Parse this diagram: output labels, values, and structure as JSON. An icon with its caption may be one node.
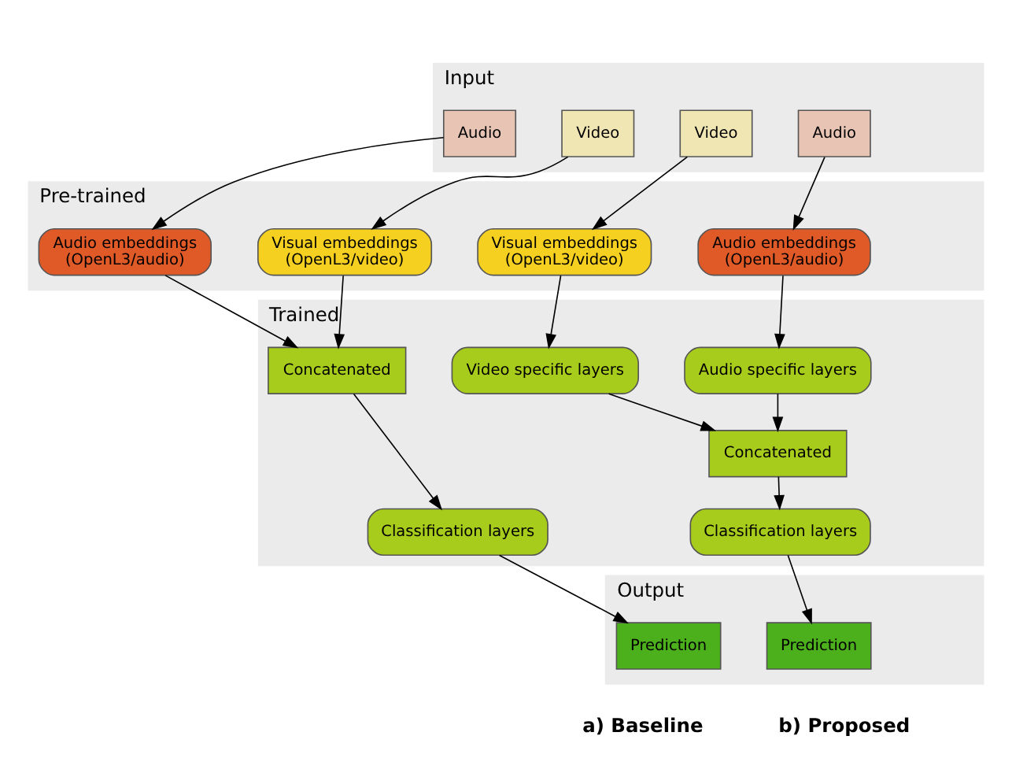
{
  "diagram": {
    "nodes": [
      {
        "text": [
          "Input"
        ]
      },
      {
        "text": [
          "Pre-trained"
        ]
      },
      {
        "text": [
          "Trained"
        ]
      },
      {
        "text": [
          "Output"
        ]
      },
      {
        "text": [
          "Audio"
        ],
        "in": 0
      },
      {
        "text": [
          "Video"
        ],
        "in": 0
      },
      {
        "text": [
          "Audio"
        ],
        "in": 0
      },
      {
        "text": [
          "Video"
        ],
        "in": 0
      },
      {
        "text": [
          "Audio embeddings",
          "(OpenL3/audio)"
        ],
        "in": 1
      },
      {
        "text": [
          "Visual embeddings",
          "(OpenL3/video)"
        ],
        "in": 1
      },
      {
        "text": [
          "Audio embeddings",
          "(OpenL3/audio)"
        ],
        "in": 1
      },
      {
        "text": [
          "Visual embeddings",
          "(OpenL3/video)"
        ],
        "in": 1
      },
      {
        "text": [
          "Concatenated"
        ],
        "in": 2
      },
      {
        "text": [
          "Classification layers"
        ],
        "in": 2
      },
      {
        "text": [
          "Audio specific layers"
        ],
        "in": 2
      },
      {
        "text": [
          "Video specific layers"
        ],
        "in": 2
      },
      {
        "text": [
          "Concatenated"
        ],
        "in": 2
      },
      {
        "text": [
          "Classification layers"
        ],
        "in": 2
      },
      {
        "text": [
          "Prediction"
        ],
        "in": 3
      },
      {
        "text": [
          "Prediction"
        ],
        "in": 3
      }
    ],
    "edges": [
      {
        "from": 4,
        "to": 8,
        "arrow": "to"
      },
      {
        "from": 5,
        "to": 9,
        "arrow": "to"
      },
      {
        "from": 8,
        "to": 12,
        "arrow": "to"
      },
      {
        "from": 9,
        "to": 12,
        "arrow": "to"
      },
      {
        "from": 12,
        "to": 13,
        "arrow": "to"
      },
      {
        "from": 13,
        "to": 18,
        "arrow": "to"
      },
      {
        "from": 6,
        "to": 10,
        "arrow": "to"
      },
      {
        "from": 7,
        "to": 11,
        "arrow": "to"
      },
      {
        "from": 10,
        "to": 14,
        "arrow": "to"
      },
      {
        "from": 11,
        "to": 15,
        "arrow": "to"
      },
      {
        "from": 14,
        "to": 16,
        "arrow": "to"
      },
      {
        "from": 15,
        "to": 16,
        "arrow": "to"
      },
      {
        "from": 16,
        "to": 17,
        "arrow": "to"
      },
      {
        "from": 17,
        "to": 19,
        "arrow": "to"
      }
    ],
    "labels": [
      "a) Baseline",
      "b) Proposed"
    ]
  }
}
